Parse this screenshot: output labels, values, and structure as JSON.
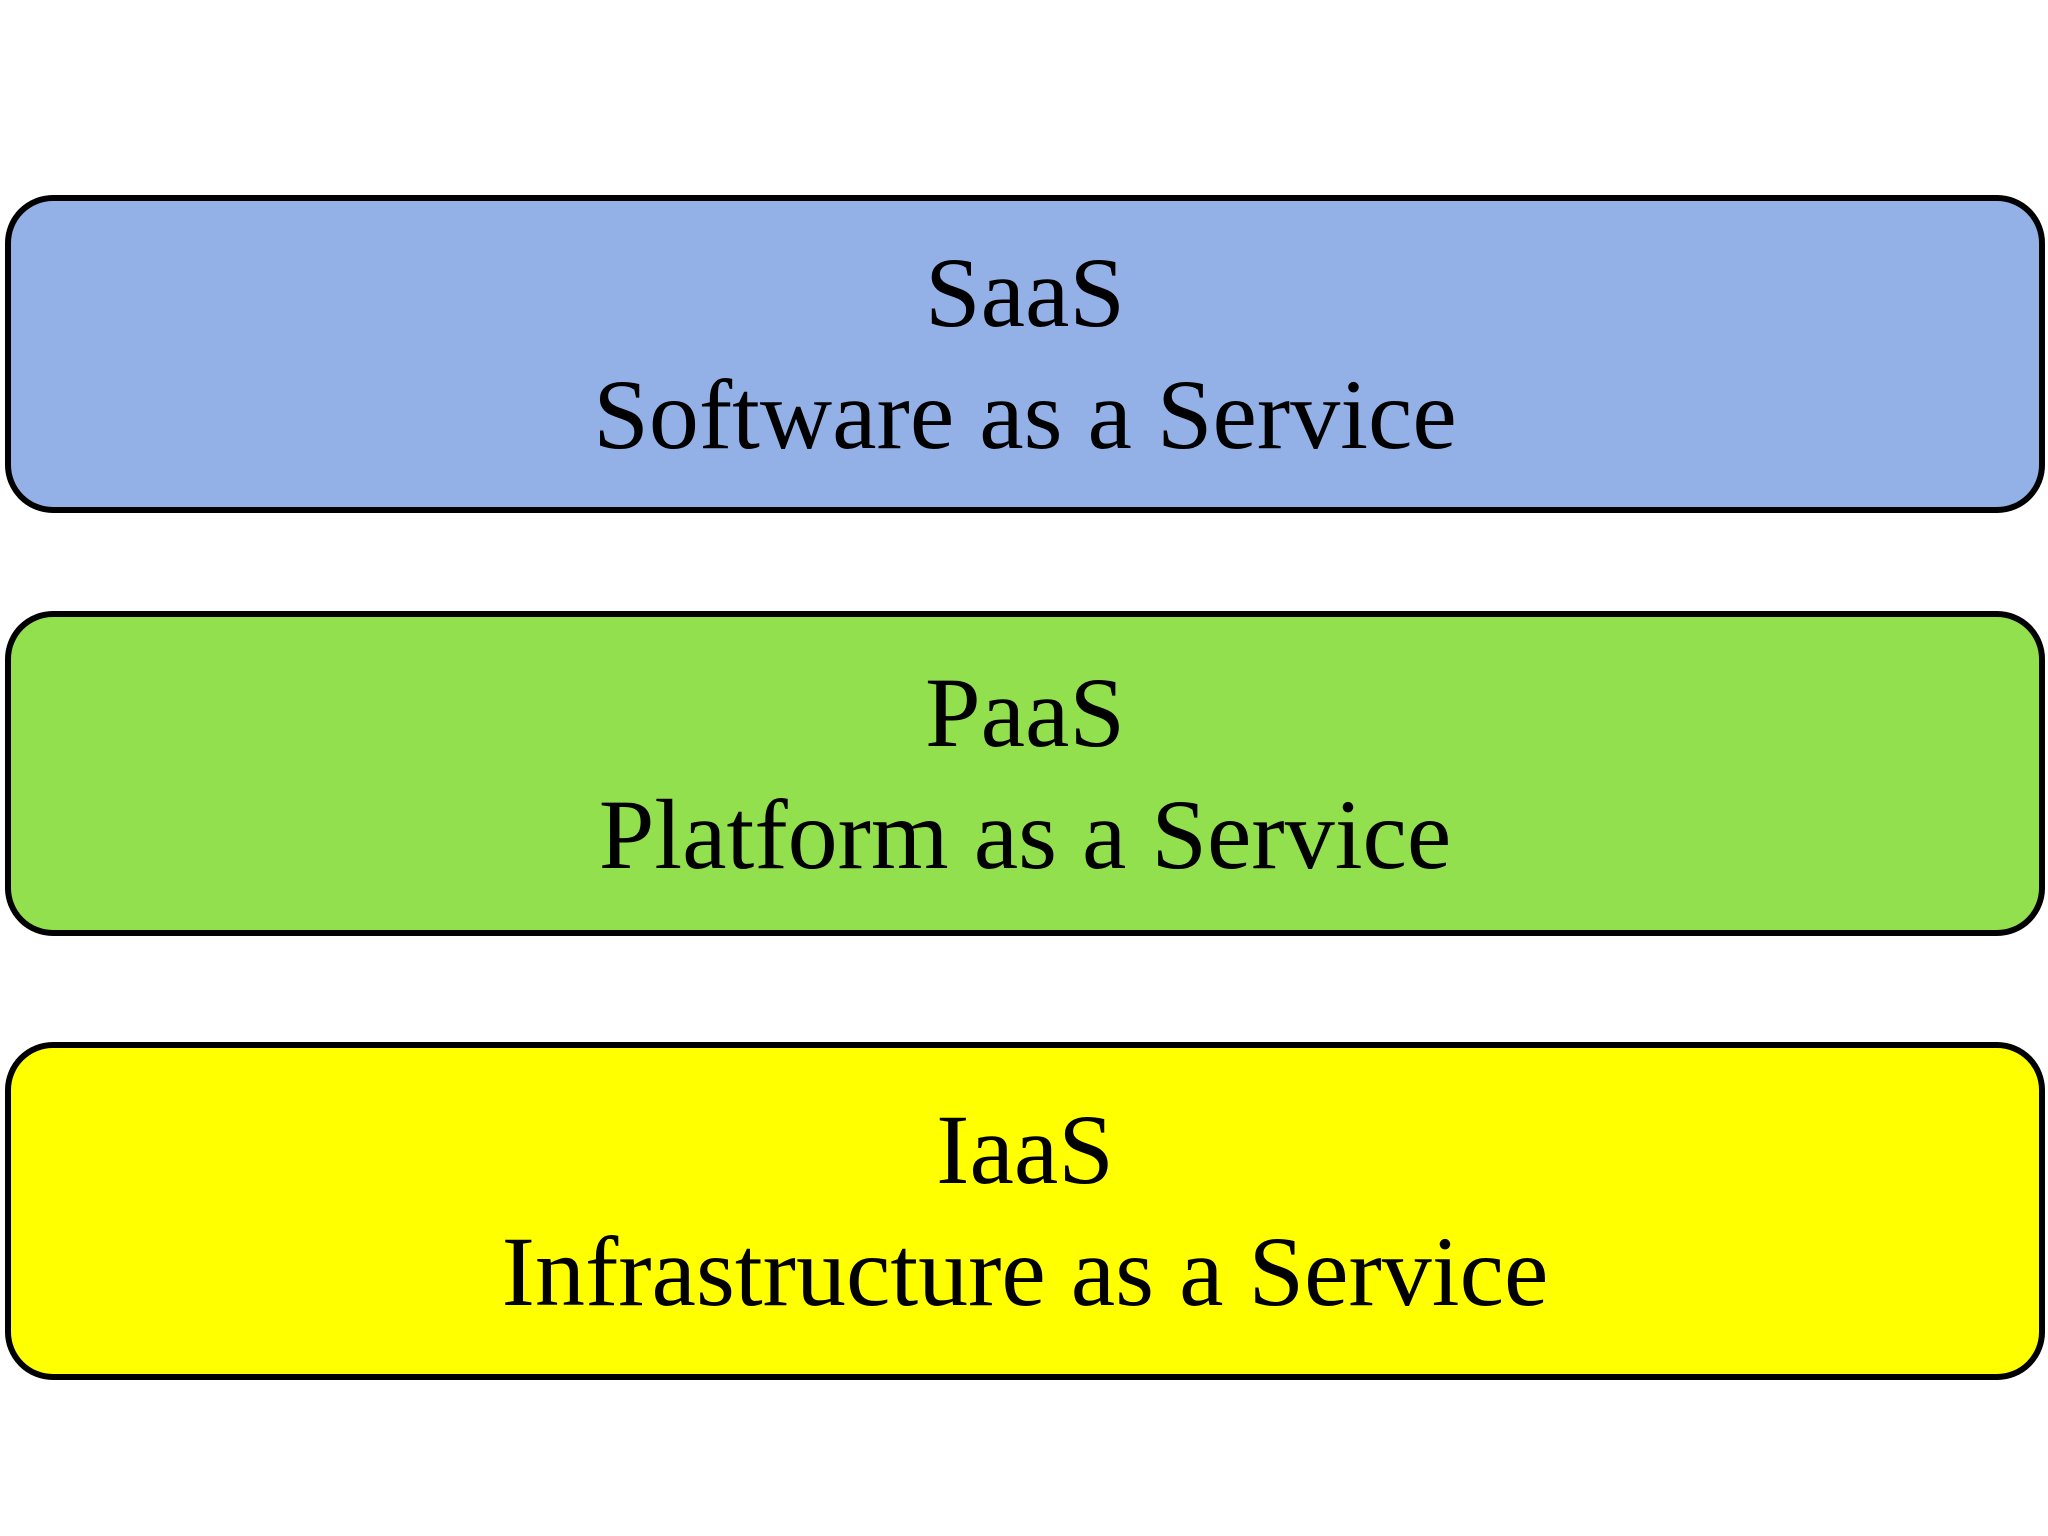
{
  "canvas": {
    "background_color": "#ffffff",
    "text_color": "#000000",
    "border_color": "#000000"
  },
  "diagram": {
    "type": "stacked-layers",
    "layers": [
      {
        "abbr": "SaaS",
        "label": "Software as a Service",
        "fill": "#93B1E7"
      },
      {
        "abbr": "PaaS",
        "label": "Platform as a Service",
        "fill": "#93E04E"
      },
      {
        "abbr": "IaaS",
        "label": "Infrastructure as a Service",
        "fill": "#FFFF00"
      }
    ]
  }
}
